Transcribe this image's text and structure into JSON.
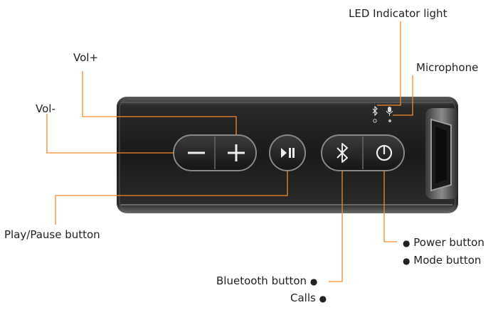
{
  "labels": {
    "led": "LED Indicator light",
    "microphone": "Microphone",
    "vol_plus": "Vol+",
    "vol_minus": "Vol-",
    "play_pause": "Play/Pause button",
    "power": "Power button",
    "mode": "Mode button",
    "bluetooth": "Bluetooth button",
    "calls": "Calls"
  },
  "colors": {
    "leader": "#f28a2e",
    "body": "#1c1c1c",
    "text": "#222222"
  },
  "icons": {
    "vol_minus": "minus-icon",
    "vol_plus": "plus-icon",
    "play_pause": "play-pause-icon",
    "bluetooth": "bluetooth-icon",
    "power": "power-icon",
    "led": "bluetooth-led-icon",
    "mic": "microphone-icon"
  }
}
